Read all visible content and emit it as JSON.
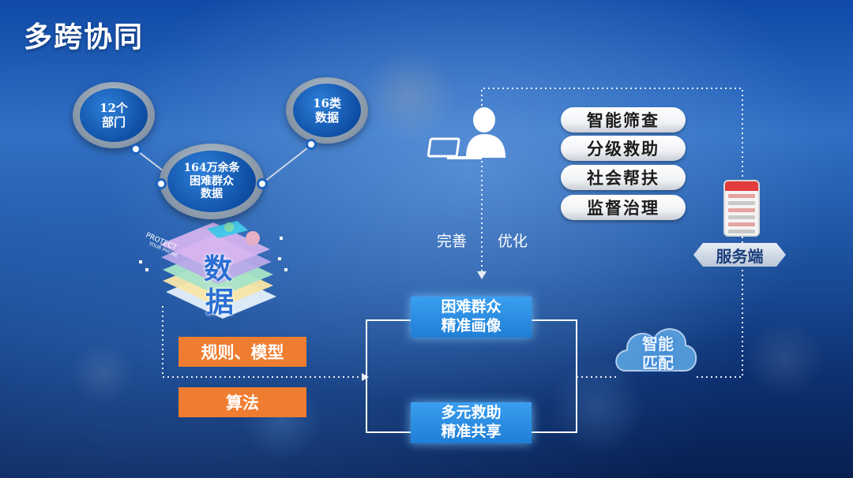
{
  "title": "多跨协同",
  "bubbles": {
    "left": [
      "12个",
      "部门"
    ],
    "right": [
      "16类",
      "数据"
    ],
    "center": [
      "164万余条",
      "困难群众",
      "数据"
    ]
  },
  "data_stack": {
    "char1": "数",
    "char2": "据",
    "protect_line1": "PROTECT",
    "protect_line2": "YOUR PHONE"
  },
  "orange_boxes": [
    "规则、模型",
    "算法"
  ],
  "blue_boxes": {
    "top": [
      "困难群众",
      "精准画像"
    ],
    "bottom": [
      "多元救助",
      "精准共享"
    ]
  },
  "flow_labels": {
    "improve": "完善",
    "optimize": "优化"
  },
  "services": [
    "智能筛查",
    "分级救助",
    "社会帮扶",
    "监督治理"
  ],
  "service_tag": "服务端",
  "cloud": [
    "智能",
    "匹配"
  ],
  "colors": {
    "orange": "#ef7d31",
    "blue_box": "#2389e0",
    "bubble_blue": "#0f4fa6"
  }
}
